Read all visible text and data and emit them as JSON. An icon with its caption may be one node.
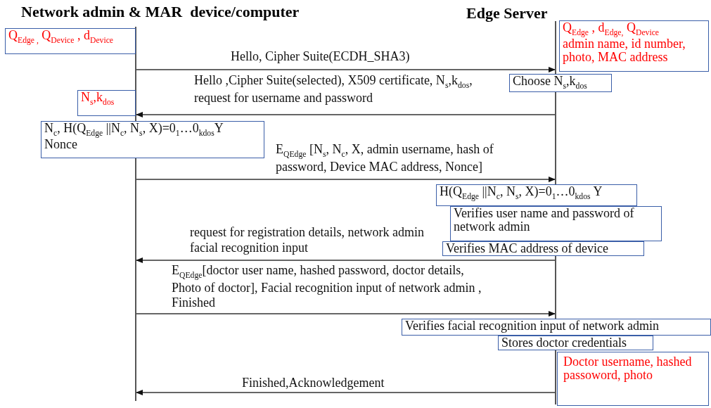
{
  "diagram": {
    "nodes": [
      {
        "text": [],
        "shape": "bar"
      },
      {
        "text": [],
        "shape": "bar"
      },
      {
        "text": [
          "Q$_{Edge}$$_{ ,}$ Q$_{Device}$ , d$_{Device}$"
        ]
      },
      {
        "text": [
          "Q$_{Edge}$ , d$_{Edge,}$ Q$_{Device}$",
          "admin name, id number, photo, MAC address"
        ]
      },
      {
        "text": [
          "Choose N$_{s}$,k$_{dos}$"
        ]
      },
      {
        "text": [
          "N$_{s}$,k$_{dos}$"
        ]
      },
      {
        "text": [
          "N$_{c}$, H(Q$_{Edge}$ ||N$_{c}$, N$_{s}$, X)=0$_{1}$…0$_{kdos}$Y",
          "Nonce"
        ]
      },
      {
        "text": [
          "H(Q$_{Edge}$ ||N$_{c}$, N$_{s}$, X)=0$_{1}$…0$_{kdos}$ Y"
        ]
      },
      {
        "text": [
          "Verifies user name and password of network admin"
        ]
      },
      {
        "text": [
          "Verifies MAC address of device"
        ]
      },
      {
        "text": [
          "Verifies facial recognition input of network admin"
        ]
      },
      {
        "text": [
          "Stores doctor credentials"
        ]
      },
      {
        "text": [
          "Doctor username, hashed passoword, photo"
        ]
      }
    ],
    "edges": [
      {
        "from": 0,
        "to": 1,
        "arrow": "to",
        "label": "Hello, Cipher Suite(ECDH_SHA3)"
      },
      {
        "from": 1,
        "to": 0,
        "arrow": "to",
        "label": "Hello ,Cipher Suite(selected), X509 certificate, N$_{s}$,k$_{dos}$, request for username and password"
      },
      {
        "from": 0,
        "to": 1,
        "arrow": "to",
        "label": "E$_{QEdge}$ [N$_{s}$, N$_{c}$, X, admin username, hash of password, Device MAC address, Nonce]"
      },
      {
        "from": 1,
        "to": 0,
        "arrow": "to",
        "label": "request for registration details, network admin facial recognition input"
      },
      {
        "from": 0,
        "to": 1,
        "arrow": "to",
        "label": "E$_{QEdge}$[doctor user name, hashed password, doctor details, Photo of doctor], Facial recognition input of network admin , Finished"
      },
      {
        "from": 1,
        "to": 0,
        "arrow": "to",
        "label": "Finished,Acknowledgement"
      }
    ],
    "labels": [
      "Network admin & MAR  device/computer",
      "Edge Server"
    ]
  }
}
